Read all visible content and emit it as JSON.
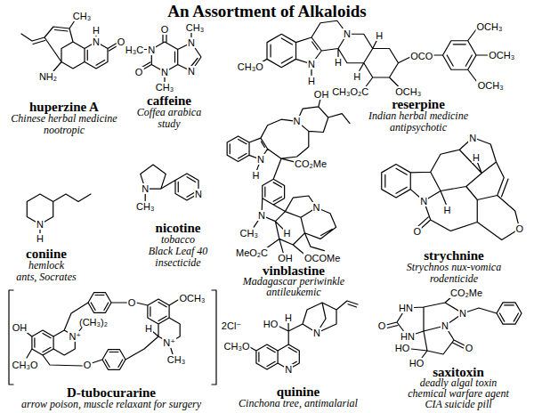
{
  "diagram": {
    "title": "An Assortment of Alkaloids",
    "labels": [
      "CH₃",
      "H",
      "N",
      "O",
      "NH₂",
      "huperzine A",
      "Chinese herbal medicine",
      "nootropic",
      "O",
      "CH₃",
      "H₃C",
      "N",
      "N",
      "N",
      "O",
      "N",
      "CH₃",
      "caffeine",
      "Coffea arabica",
      "study",
      "CH₃O",
      "N",
      "H",
      "N",
      "H",
      "H",
      "H",
      "OCO",
      "OCH₃",
      "OCH₃",
      "OCH₃",
      "CH₃O₂C",
      "OCH₃",
      "reserpine",
      "Indian herbal medicine",
      "antipsychotic",
      "OH",
      "N",
      "N",
      "H",
      "CO₂Me",
      "N",
      "CH₃",
      "N",
      "H",
      "MeO₂C",
      "OH",
      "OCOMe",
      "vinblastine",
      "Madagascar periwinkle",
      "antileukemic",
      "N",
      "H",
      "N",
      "H",
      "O",
      "O",
      "strychnine",
      "Strychnos nux-vomica",
      "rodenticide",
      "N",
      "H",
      "coniine",
      "hemlock",
      "ants, Socrates",
      "N",
      "CH₃",
      "N",
      "nicotine",
      "tobacco",
      "Black Leaf 40",
      "insecticide",
      "OCH₃",
      "O",
      "(CH₃)₂",
      "OH",
      "H",
      "N⁺",
      "N⁺",
      "CH₃",
      "O",
      "CH₃O",
      "2Cl⁻",
      "D-tubocurarine",
      "arrow poison, muscle relaxant for surgery",
      "HO",
      "H",
      "N",
      "CH₃O",
      "N",
      "quinine",
      "Cinchona tree, antimalarial",
      "CO₂Me",
      "HN",
      "N",
      "O",
      "N",
      "HN",
      "HO",
      "O",
      "HO",
      "saxitoxin",
      "deadly algal toxin",
      "chemical warfare agent",
      "CIA suicide pill"
    ]
  }
}
